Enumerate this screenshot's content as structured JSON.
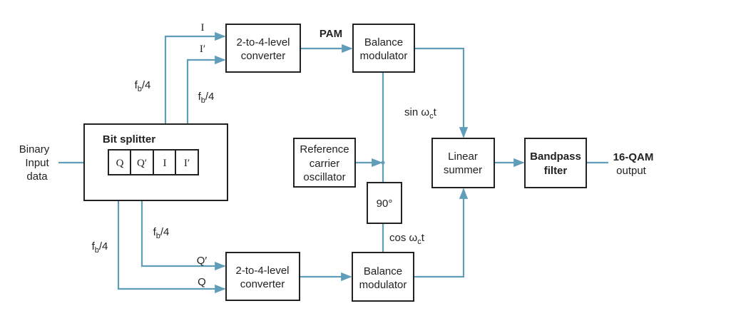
{
  "title": "16-QAM transmitter block diagram",
  "colors": {
    "wire": "#5f9db8",
    "box": "#222222"
  },
  "input": {
    "line1": "Binary",
    "line2": "Input",
    "line3": "data"
  },
  "bit_splitter": {
    "label": "Bit splitter",
    "cells": [
      "Q",
      "Q′",
      "I",
      "I′"
    ]
  },
  "rate_label": {
    "f": "f",
    "sub": "b",
    "rest": "/4"
  },
  "signals": {
    "i": "I",
    "i_prime": "I′",
    "q": "Q",
    "q_prime": "Q′",
    "pam": "PAM"
  },
  "converter": {
    "line1": "2-to-4-level",
    "line2": "converter"
  },
  "modulator": {
    "line1": "Balance",
    "line2": "modulator"
  },
  "oscillator": {
    "line1": "Reference",
    "line2": "carrier",
    "line3": "oscillator"
  },
  "phase_shift": "90°",
  "carrier_sin": {
    "pre": "sin ω",
    "sub": "c",
    "post": "t"
  },
  "carrier_cos": {
    "pre": "cos ω",
    "sub": "c",
    "post": "t"
  },
  "summer": {
    "line1": "Linear",
    "line2": "summer"
  },
  "filter": {
    "line1": "Bandpass",
    "line2": "filter"
  },
  "output": {
    "line1": "16-QAM",
    "line2": "output"
  }
}
